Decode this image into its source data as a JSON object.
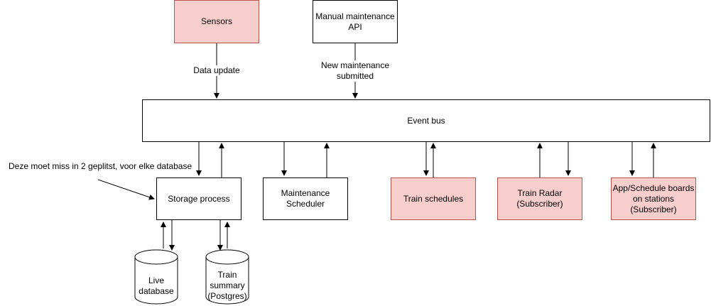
{
  "nodes": {
    "sensors": "Sensors",
    "manual_api": "Manual maintenance API",
    "event_bus": "Event bus",
    "storage_process": "Storage process",
    "maintenance_scheduler": "Maintenance Scheduler",
    "train_schedules": "Train schedules",
    "train_radar": "Train Radar (Subscriber)",
    "app_boards": "App/Schedule boards on stations (Subscriber)",
    "live_database": "Live database",
    "train_summary": "Train summary (Postgres)"
  },
  "edge_labels": {
    "data_update": "Data update",
    "new_maintenance": "New maintenance submitted"
  },
  "annotations": {
    "split_note": "Deze moet miss in 2 geplitst, voor elke database"
  },
  "colors": {
    "highlight_fill": "#f8cecc",
    "highlight_stroke": "#b85450",
    "line": "#000000"
  }
}
